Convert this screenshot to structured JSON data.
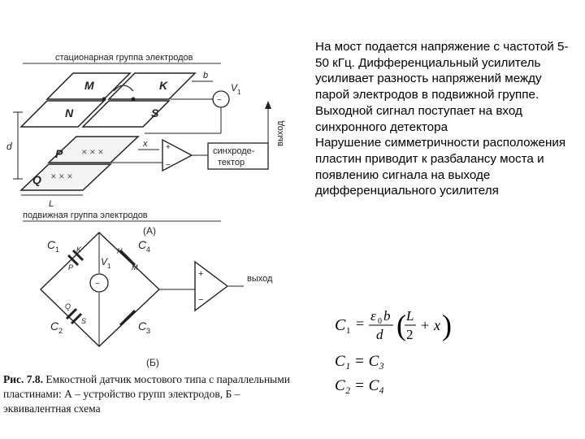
{
  "description_text": {
    "paragraph_1": "На мост подается напряжение с частотой 5-50 кГц. Дифференциальный усилитель усиливает разность напряжений между парой электродов в подвижной группе. Выходной сигнал поступает на вход синхронного детектора",
    "paragraph_2": "Нарушение симметричности расположения пластин приводит к разбалансу моста и появлению сигнала на выходе дифференциального усилителя"
  },
  "figure_a": {
    "title": "стационарная группа электродов",
    "bottom_label": "подвижная группа электродов",
    "tag": "(А)",
    "plates": {
      "m": "M",
      "k": "K",
      "n": "N",
      "s": "S",
      "p": "P",
      "q": "Q"
    },
    "dim_d": "d",
    "dim_b": "b",
    "dim_l": "L",
    "dim_x": "x",
    "source": "V",
    "source_sub": "1",
    "detector_line1": "синхроде-",
    "detector_line2": "тектор",
    "output": "выход",
    "plus": "+",
    "minus": "−"
  },
  "figure_b": {
    "tag": "(Б)",
    "c1": "C",
    "c1_sub": "1",
    "c2": "C",
    "c2_sub": "2",
    "c3": "C",
    "c3_sub": "3",
    "c4": "C",
    "c4_sub": "4",
    "node_k": "K",
    "node_p": "P",
    "node_m": "M",
    "node_n": "N",
    "node_q": "Q",
    "node_s": "S",
    "source": "V",
    "source_sub": "1",
    "output": "выход",
    "plus": "+",
    "minus": "−"
  },
  "caption": {
    "label": "Рис. 7.8.",
    "text": "Емкостной датчик мостового типа с параллельными пластинами: А – устройство групп электродов, Б – эквивалентная схема"
  },
  "formulas": {
    "f1_lhs": "C",
    "f1_lhs_sub": "1",
    "f1_eps": "ε",
    "f1_eps_sub": "0",
    "f1_b": "b",
    "f1_d": "d",
    "f1_L": "L",
    "f1_2": "2",
    "f1_x": "x",
    "f2": "C₁ = C₃",
    "f3": "C₂ = C₄"
  }
}
